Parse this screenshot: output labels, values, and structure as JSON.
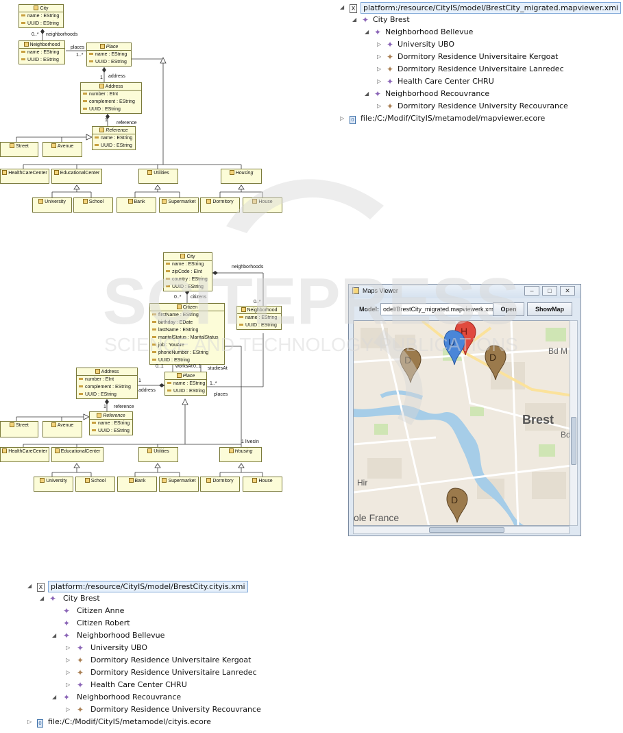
{
  "uml_top": {
    "classes": [
      {
        "name": "City",
        "attrs": [
          "name : EString",
          "UUID : EString"
        ]
      },
      {
        "name": "Neighborhood",
        "attrs": [
          "name : EString",
          "UUID : EString"
        ]
      },
      {
        "name": "Place",
        "attrs": [
          "name : EString",
          "UUID : EString"
        ]
      },
      {
        "name": "Address",
        "attrs": [
          "number : EInt",
          "complement : EString",
          "UUID : EString"
        ]
      },
      {
        "name": "Reference",
        "attrs": [
          "name : EString",
          "UUID : EString"
        ]
      },
      {
        "name": "Street",
        "attrs": []
      },
      {
        "name": "Avenue",
        "attrs": []
      },
      {
        "name": "HealthCareCenter",
        "attrs": []
      },
      {
        "name": "EducationalCenter",
        "attrs": []
      },
      {
        "name": "Utilities",
        "attrs": []
      },
      {
        "name": "Housing",
        "attrs": []
      },
      {
        "name": "University",
        "attrs": []
      },
      {
        "name": "School",
        "attrs": []
      },
      {
        "name": "Bank",
        "attrs": []
      },
      {
        "name": "Supermarket",
        "attrs": []
      },
      {
        "name": "Dormitory",
        "attrs": []
      },
      {
        "name": "House",
        "attrs": []
      }
    ],
    "labels": {
      "neighborhoods_mult": "0..*",
      "neighborhoods": "neighborhoods",
      "places": "places",
      "places_mult": "1..*",
      "address_mult": "1",
      "address": "address",
      "reference_mult": "1",
      "reference": "reference"
    }
  },
  "uml_bottom": {
    "classes": [
      {
        "name": "City",
        "attrs": [
          "name : EString",
          "zipCode : EInt",
          "country : EString",
          "UUID : EString"
        ]
      },
      {
        "name": "Citizen",
        "attrs": [
          "firstName : EString",
          "birthday : EDate",
          "lastName : EString",
          "maritalStatus : MaritalStatus",
          "job : YouAre",
          "phoneNumber : EString",
          "UUID : EString"
        ]
      },
      {
        "name": "Neighborhood",
        "attrs": [
          "name : EString",
          "UUID : EString"
        ]
      },
      {
        "name": "Place",
        "attrs": [
          "name : EString",
          "UUID : EString"
        ]
      },
      {
        "name": "Address",
        "attrs": [
          "number : EInt",
          "complement : EString",
          "UUID : EString"
        ]
      },
      {
        "name": "Reference",
        "attrs": [
          "name : EString",
          "UUID : EString"
        ]
      },
      {
        "name": "Street",
        "attrs": []
      },
      {
        "name": "Avenue",
        "attrs": []
      },
      {
        "name": "HealthCareCenter",
        "attrs": []
      },
      {
        "name": "EducationalCenter",
        "attrs": []
      },
      {
        "name": "Utilities",
        "attrs": []
      },
      {
        "name": "Housing",
        "attrs": []
      },
      {
        "name": "University",
        "attrs": []
      },
      {
        "name": "School",
        "attrs": []
      },
      {
        "name": "Bank",
        "attrs": []
      },
      {
        "name": "Supermarket",
        "attrs": []
      },
      {
        "name": "Dormitory",
        "attrs": []
      },
      {
        "name": "House",
        "attrs": []
      }
    ],
    "labels": {
      "neighborhoods": "neighborhoods",
      "citizens_mult": "0..*",
      "citizens": "citizens",
      "neigh_mult": "0..*",
      "worksAt_mult": "0..1",
      "worksAt": "worksAt",
      "studiesAt_mult": "0..1",
      "studiesAt": "studiesAt",
      "address_mult": "1",
      "address": "address",
      "places_mult": "1..*",
      "places": "places",
      "reference_mult": "1",
      "reference": "reference",
      "livesIn_mult": "1",
      "livesIn": "livesIn"
    }
  },
  "tree_mapviewer": {
    "root": "platform:/resource/CityIS/model/BrestCity_migrated.mapviewer.xmi",
    "city": "City Brest",
    "n1": "Neighborhood Bellevue",
    "n1_items": [
      "University UBO",
      "Dormitory Residence Universitaire Kergoat",
      "Dormitory Residence Universitaire Lanredec",
      "Health Care Center CHRU"
    ],
    "n2": "Neighborhood Recouvrance",
    "n2_items": [
      "Dormitory Residence University Recouvrance"
    ],
    "ecore": "file:/C:/Modif/CityIS/metamodel/mapviewer.ecore"
  },
  "tree_cityis": {
    "root": "platform:/resource/CityIS/model/BrestCity.cityis.xmi",
    "city": "City Brest",
    "citizens": [
      "Citizen Anne",
      "Citizen Robert"
    ],
    "n1": "Neighborhood Bellevue",
    "n1_items": [
      "University UBO",
      "Dormitory Residence Universitaire Kergoat",
      "Dormitory Residence Universitaire Lanredec",
      "Health Care Center CHRU"
    ],
    "n2": "Neighborhood Recouvrance",
    "n2_items": [
      "Dormitory Residence University Recouvrance"
    ],
    "ecore": "file:/C:/Modif/CityIS/metamodel/cityis.ecore"
  },
  "maps_viewer": {
    "title": "Maps Viewer",
    "model_label": "Model:",
    "model_value": "odel/BrestCity_migrated.mapviewerk.xmi",
    "open_label": "Open",
    "showmap_label": "ShowMap",
    "map_labels": {
      "city": "Brest",
      "bd_m": "Bd M",
      "bd_r": "Bd R",
      "hir": "Hir",
      "ole_france": "ole France"
    },
    "markers": [
      "U",
      "H",
      "D",
      "D",
      "D"
    ],
    "minimize": "–",
    "maximize": "□",
    "close": "✕"
  },
  "watermark": {
    "line1": "SCITEPRESS",
    "line2": "SCIENCE AND TECHNOLOGY PUBLICATIONS"
  },
  "colors": {
    "uml_fill": "#fcfcd8",
    "uml_border": "#7a7a3a",
    "purple_node": "#8a64b6",
    "brown_node": "#a87e52",
    "marker_brown": "#9b7a4c",
    "marker_blue": "#4a86d8",
    "marker_red": "#e04a3e"
  }
}
